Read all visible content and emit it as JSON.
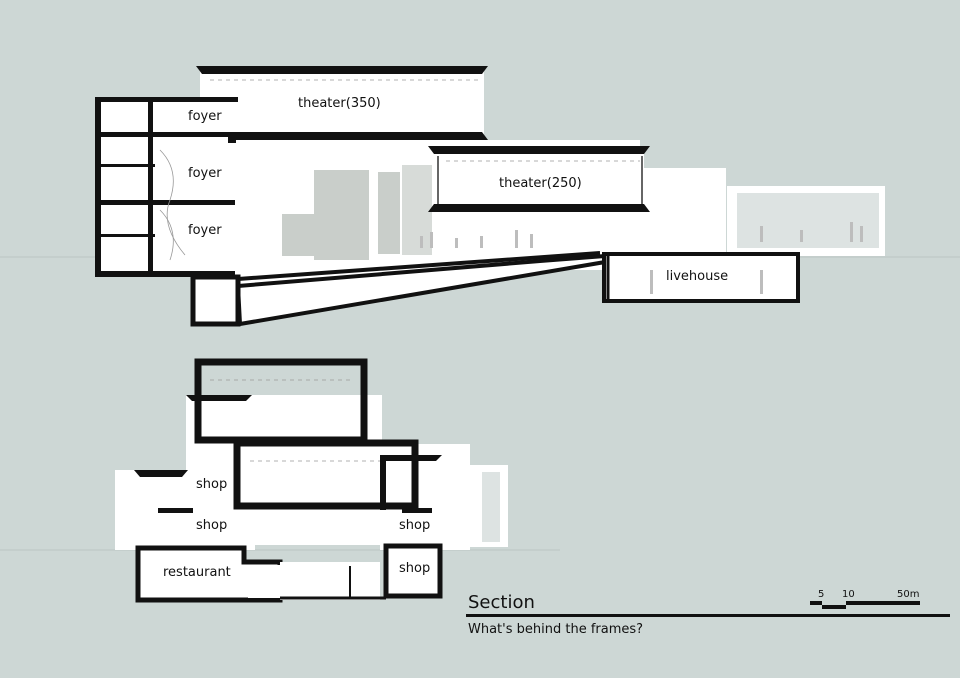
{
  "section1": {
    "rooms": {
      "foyer_top": "foyer",
      "foyer_mid": "foyer",
      "foyer_low": "foyer",
      "theater_large": "theater(350)",
      "theater_small": "theater(250)",
      "livehouse": "livehouse"
    }
  },
  "section2": {
    "rooms": {
      "shop_upper": "shop",
      "shop_left": "shop",
      "shop_right": "shop",
      "shop_right_low": "shop",
      "restaurant": "restaurant"
    }
  },
  "caption": {
    "title": "Section",
    "subtitle": "What's behind the frames?"
  },
  "scale_bar": {
    "ticks": [
      "5",
      "10",
      "50m"
    ]
  }
}
